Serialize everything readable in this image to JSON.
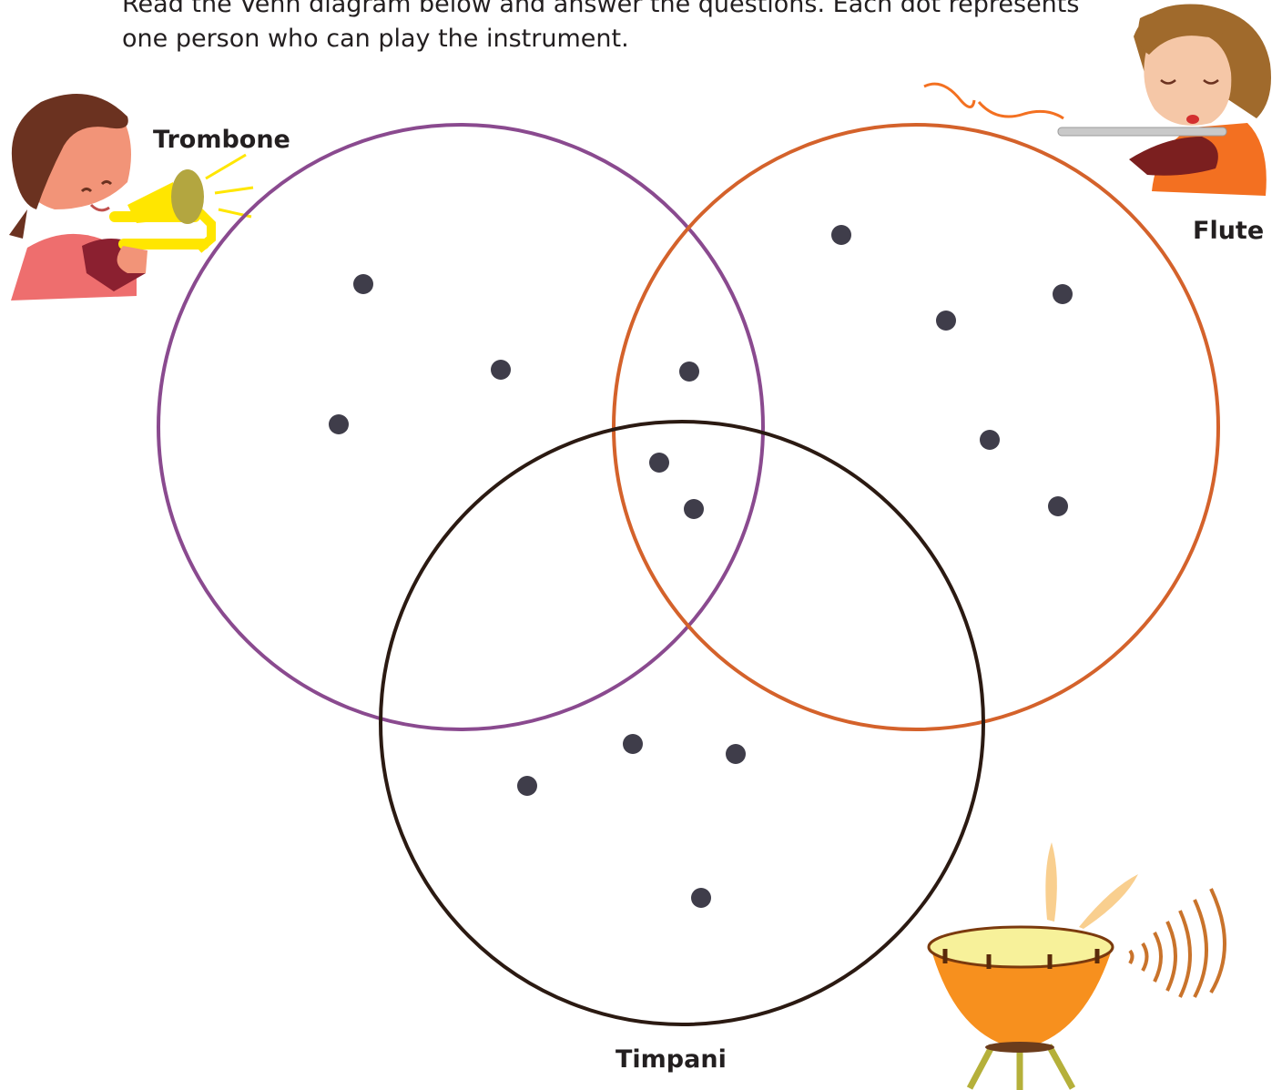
{
  "instructions": "Read the Venn diagram below and answer the questions.  Each dot represents one person who can play the instrument.",
  "sets": {
    "trombone": {
      "label": "Trombone",
      "color": "#8a4a8f"
    },
    "flute": {
      "label": "Flute",
      "color": "#d4622b"
    },
    "timpani": {
      "label": "Timpani",
      "color": "#2b1a12"
    }
  },
  "regions": {
    "trombone_only": 3,
    "flute_only": 5,
    "timpani_only": 4,
    "trombone_flute_only": 1,
    "trombone_timpani_only": 0,
    "flute_timpani_only": 0,
    "all_three": 2
  },
  "dot_color": "#3f3d4a"
}
